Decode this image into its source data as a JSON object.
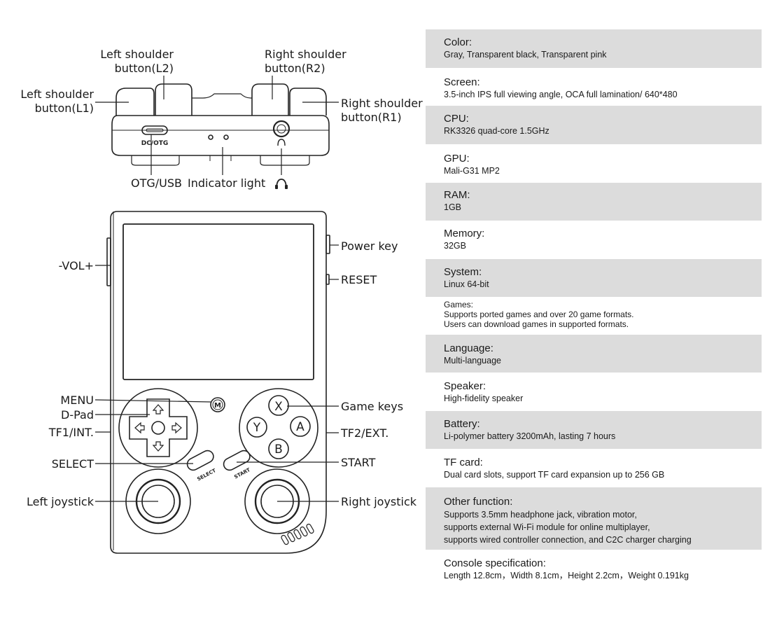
{
  "callouts": {
    "l2": [
      "Left shoulder",
      "button(L2)"
    ],
    "r2": [
      "Right shoulder",
      "button(R2)"
    ],
    "l1": [
      "Left shoulder",
      "button(L1)"
    ],
    "r1": [
      "Right shoulder",
      "button(R1)"
    ],
    "otg_usb": "OTG/USB",
    "indicator": "Indicator light",
    "vol": "-VOL+",
    "power": "Power key",
    "reset": "RESET",
    "menu": "MENU",
    "dpad": "D-Pad",
    "tf1": "TF1/INT.",
    "select": "SELECT",
    "left_joy": "Left joystick",
    "game_keys": "Game keys",
    "tf2": "TF2/EXT.",
    "start": "START",
    "right_joy": "Right joystick"
  },
  "device_labels": {
    "dc_otg": "DC/OTG",
    "menu_key": "M",
    "key_x": "X",
    "key_y": "Y",
    "key_a": "A",
    "key_b": "B",
    "select_small": "SELECT",
    "start_small": "START"
  },
  "specs": [
    {
      "title": "Color:",
      "lines": [
        "Gray, Transparent black, Transparent pink"
      ]
    },
    {
      "title": "Screen:",
      "lines": [
        "3.5-inch IPS full viewing angle, OCA full lamination/ 640*480"
      ]
    },
    {
      "title": "CPU:",
      "lines": [
        "RK3326 quad-core 1.5GHz"
      ]
    },
    {
      "title": "GPU:",
      "lines": [
        "Mali-G31 MP2"
      ]
    },
    {
      "title": "RAM:",
      "lines": [
        "1GB"
      ]
    },
    {
      "title": "Memory:",
      "lines": [
        "32GB"
      ]
    },
    {
      "title": "System:",
      "lines": [
        "Linux 64-bit"
      ]
    },
    {
      "title": "Games:",
      "lines": [
        "Supports ported games and over 20 game formats.",
        "Users can download games in supported formats."
      ]
    },
    {
      "title": "Language:",
      "lines": [
        "Multi-language"
      ]
    },
    {
      "title": "Speaker:",
      "lines": [
        "High-fidelity speaker"
      ]
    },
    {
      "title": "Battery:",
      "lines": [
        "Li-polymer battery 3200mAh, lasting 7 hours"
      ]
    },
    {
      "title": "TF card:",
      "lines": [
        "Dual card slots, support TF card expansion up to 256 GB"
      ]
    },
    {
      "title": "Other function:",
      "lines": [
        "Supports 3.5mm headphone jack, vibration motor,",
        "supports external Wi-Fi module for online multiplayer,",
        "supports wired controller connection, and C2C charger charging"
      ]
    },
    {
      "title": "Console specification:",
      "lines": [
        "Length 12.8cm，Width 8.1cm，Height 2.2cm，Weight 0.191kg"
      ]
    }
  ]
}
